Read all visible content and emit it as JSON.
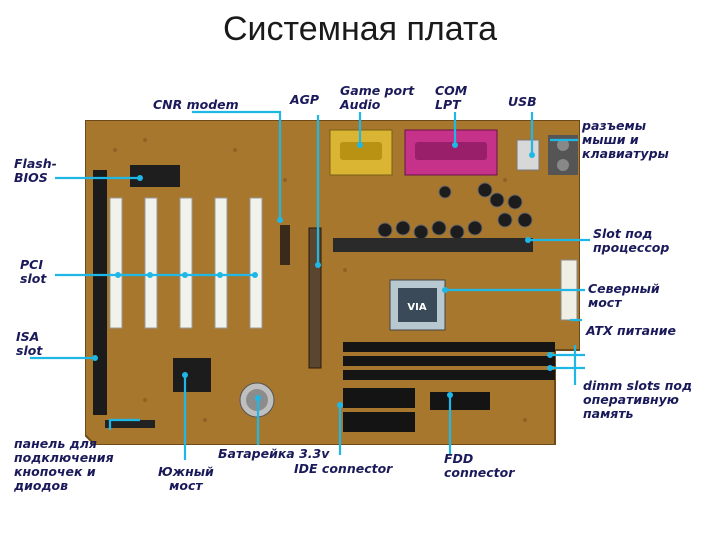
{
  "title": "Системная плата",
  "colors": {
    "pointer": "#1fb8e6",
    "board": "#a8772e",
    "label": "#1a1a5a"
  },
  "labels": {
    "cnr": "CNR modem",
    "agp": "AGP",
    "game": "Game port\n  Audio",
    "com": "COM\nLPT",
    "usb": "USB",
    "ps2": "разъемы\nмыши и\nклавиатуры",
    "flash": "Flash-\nBIOS",
    "slot_cpu": "Slot под\nпроцессор",
    "pci": "PCI\nslot",
    "north": "Северный\nмост",
    "isa": "ISA\nslot",
    "atx": "ATX питание",
    "dimm": "dimm slots под\nоперативную\nпамять",
    "panel": "панель для\nподключения\nкнопочек и\nдиодов",
    "south": "Южный\nмост",
    "battery": "Батарейка 3.3v",
    "ide": "IDE connector",
    "fdd": "FDD\nconnector"
  },
  "board_text": {
    "chip_brand": "VIA"
  }
}
